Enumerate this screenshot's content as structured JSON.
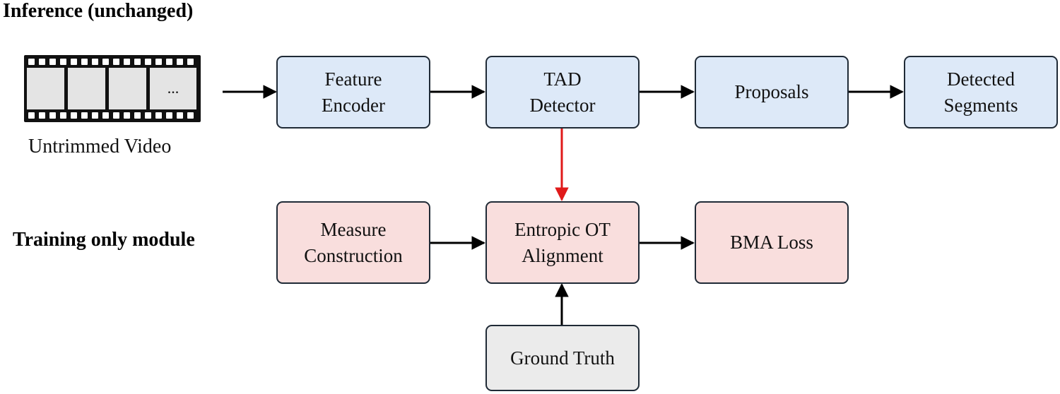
{
  "headings": {
    "inference": "Inference (unchanged)",
    "training": "Training only module"
  },
  "input": {
    "video_label": "Untrimmed Video",
    "ellipsis": "..."
  },
  "inference_boxes": [
    {
      "id": "feature-encoder",
      "label": "Feature\nEncoder"
    },
    {
      "id": "tad-detector",
      "label": "TAD\nDetector"
    },
    {
      "id": "proposals",
      "label": "Proposals"
    },
    {
      "id": "detected-segments",
      "label": "Detected\nSegments"
    }
  ],
  "training_boxes": [
    {
      "id": "measure-construction",
      "label": "Measure\nConstruction"
    },
    {
      "id": "entropic-ot-alignment",
      "label": "Entropic OT\nAlignment"
    },
    {
      "id": "bma-loss",
      "label": "BMA Loss"
    }
  ],
  "ground_truth": {
    "label": "Ground Truth"
  },
  "colors": {
    "inference_fill": "#dde9f8",
    "training_fill": "#f9dedd",
    "ground_truth_fill": "#ebebeb",
    "training_link_arrow": "#e01a1a",
    "arrow": "#000000"
  }
}
